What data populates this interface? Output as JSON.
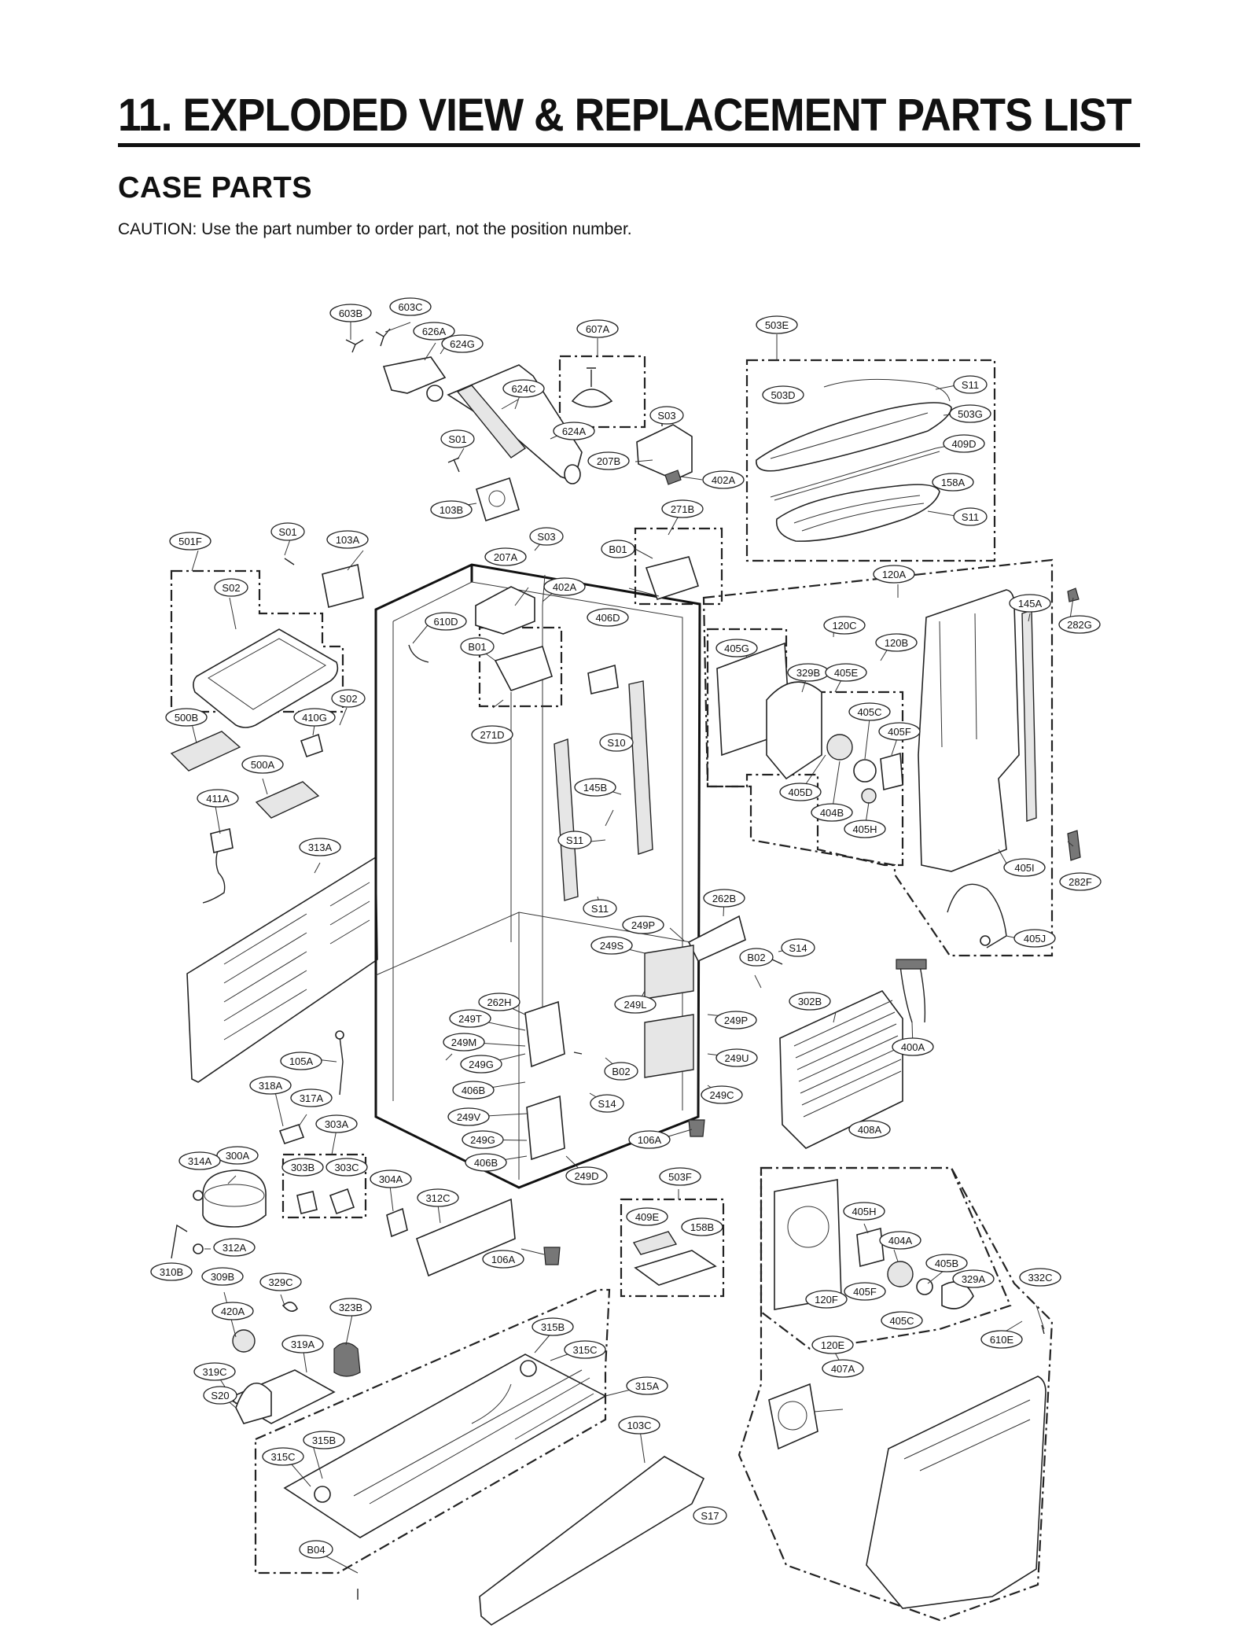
{
  "header": {
    "title": "11. EXPLODED VIEW & REPLACEMENT PARTS LIST",
    "section": "CASE PARTS",
    "caution": "CAUTION: Use the part number to order part, not the position number."
  },
  "callouts": [
    "603C",
    "603B",
    "626A",
    "624G",
    "607A",
    "503E",
    "624C",
    "S03",
    "S01",
    "624A",
    "503D",
    "S11",
    "503G",
    "409D",
    "207B",
    "402A",
    "158A",
    "103B",
    "271B",
    "S11",
    "S01",
    "103A",
    "S03",
    "501F",
    "207A",
    "B01",
    "120A",
    "S02",
    "402A",
    "406D",
    "145A",
    "282G",
    "610D",
    "120C",
    "120B",
    "B01",
    "405G",
    "329B",
    "405E",
    "S02",
    "500B",
    "410G",
    "405C",
    "271D",
    "S10",
    "405F",
    "500A",
    "411A",
    "145B",
    "405D",
    "404B",
    "405H",
    "S11",
    "313A",
    "405I",
    "282F",
    "S11",
    "262B",
    "249P",
    "249S",
    "S14",
    "B02",
    "405J",
    "302B",
    "262H",
    "249L",
    "249T",
    "249P",
    "249M",
    "400A",
    "249G",
    "249U",
    "105A",
    "B02",
    "406B",
    "318A",
    "317A",
    "S14",
    "249C",
    "249V",
    "408A",
    "303A",
    "106A",
    "249G",
    "300A",
    "314A",
    "406B",
    "303B",
    "303C",
    "304A",
    "249D",
    "503F",
    "312C",
    "405H",
    "409E",
    "158B",
    "404A",
    "312A",
    "106A",
    "310B",
    "309B",
    "329C",
    "405B",
    "332C",
    "329A",
    "120F",
    "405F",
    "420A",
    "323B",
    "405C",
    "315B",
    "610E",
    "120E",
    "315C",
    "319A",
    "407A",
    "319C",
    "315A",
    "S20",
    "103C",
    "315B",
    "315C",
    "S17",
    "B04"
  ]
}
